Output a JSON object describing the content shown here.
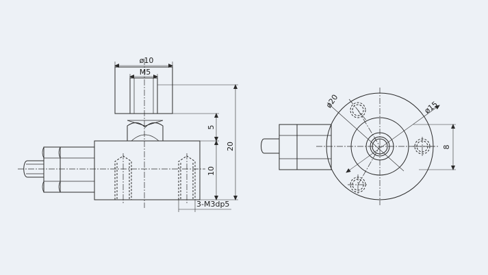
{
  "side_view": {
    "dim_head_diameter": "ø10",
    "dim_thread": "M5",
    "dim_height_5": "5",
    "dim_height_20": "20",
    "dim_height_10": "10",
    "dim_bottom_holes": "3-M3dp5"
  },
  "front_view": {
    "dim_circle_20": "ø20",
    "dim_circle_15": "ø15",
    "dim_offset_8": "8"
  },
  "colors": {
    "background": "#edf1f6",
    "line": "#2a2a2a"
  }
}
